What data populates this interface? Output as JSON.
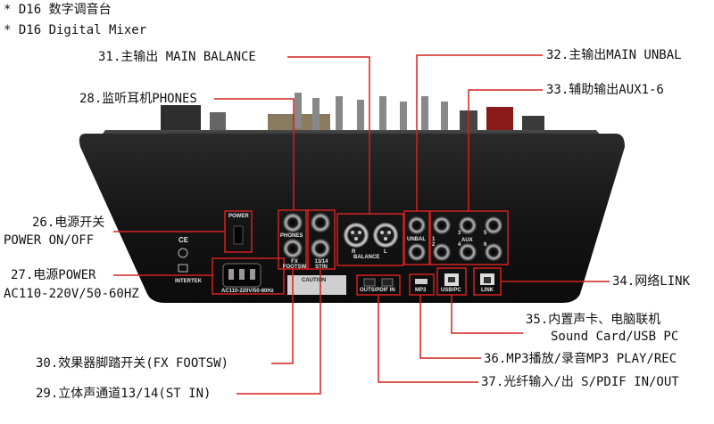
{
  "header": {
    "line1": "* D16 数字调音台",
    "line2": "* D16 Digital Mixer"
  },
  "callouts": {
    "c26_line1": "26.电源开关",
    "c26_line2": "POWER ON/OFF",
    "c27_line1": "27.电源POWER",
    "c27_line2": "AC110-220V/50-60HZ",
    "c28": "28.监听耳机PHONES",
    "c29": "29.立体声通道13/14(ST IN)",
    "c30": "30.效果器脚踏开关(FX FOOTSW)",
    "c31": "31.主输出 MAIN BALANCE",
    "c32": "32.主输出MAIN UNBAL",
    "c33": "33.辅助输出AUX1-6",
    "c34": "34.网络LINK",
    "c35_line1": "35.内置声卡、电脑联机",
    "c35_line2": "Sound Card/USB PC",
    "c36": "36.MP3播放/录音MP3 PLAY/REC",
    "c37": "37.光纤输入/出 S/PDIF IN/OUT"
  },
  "panel_labels": {
    "power": "POWER",
    "phones": "PHONES",
    "fx_footsw": "FX FOOTSW",
    "st_in": "13/14 STIN",
    "balance": "BALANCE",
    "r": "R",
    "l": "L",
    "unbal": "UNBAL",
    "aux": "AUX",
    "caution": "CAUTION",
    "outs_pdif": "OUTS/PDIF IN",
    "mp3": "MP3",
    "usb_pc": "USB/PC",
    "link": "LINK",
    "ac_rating": "AC110-220V/50-60Hz",
    "intertek": "INTERTEK",
    "ce": "CE",
    "aux_nums": [
      "1",
      "3",
      "5",
      "2",
      "4",
      "6"
    ]
  },
  "colors": {
    "callout_line": "#d42020",
    "panel_body": "#151515",
    "panel_highlight": "#3a3a3a",
    "text": "#111111"
  }
}
